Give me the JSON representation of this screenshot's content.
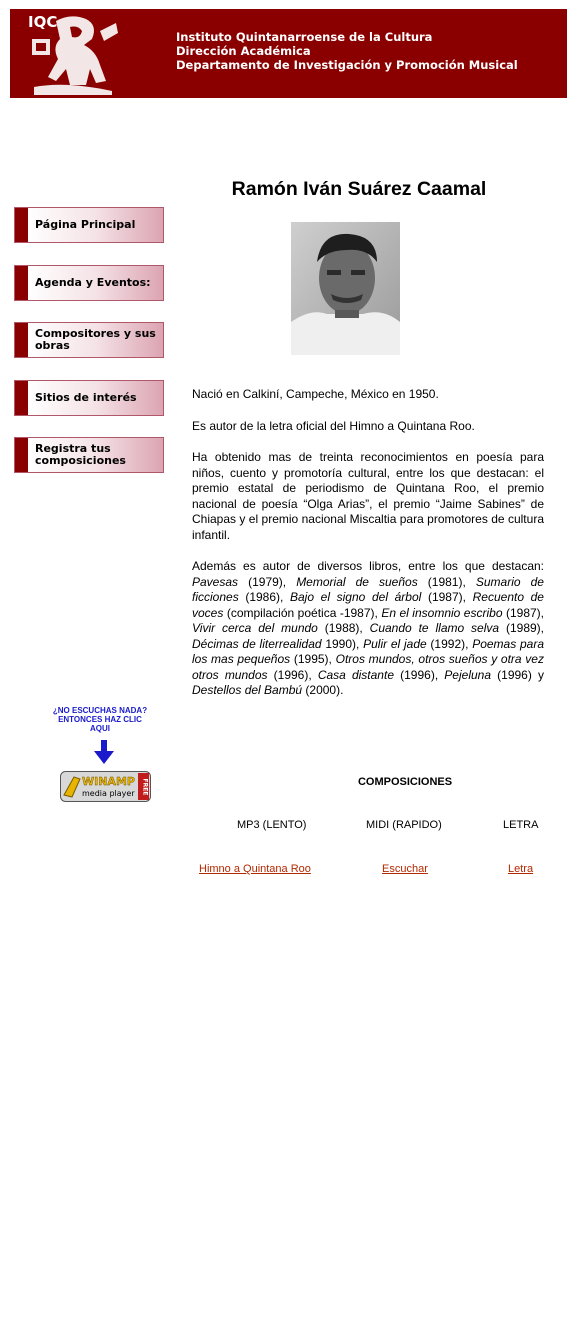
{
  "header": {
    "org_lines": [
      "Instituto Quintanarroense de la Cultura",
      "Dirección Académica",
      "Departamento de Investigación y Promoción Musical"
    ],
    "logo_text": "IQC"
  },
  "nav": [
    {
      "label": "Página Principal"
    },
    {
      "label": "Agenda y Eventos:"
    },
    {
      "label": "Compositores y sus obras"
    },
    {
      "label": "Sitios de interés"
    },
    {
      "label": "Registra tus composiciones"
    }
  ],
  "page_title": "Ramón Iván Suárez Caamal",
  "bio": {
    "p1": "Nació en Calkiní, Campeche, México en 1950.",
    "p2": "Es autor de la letra oficial del Himno a Quintana Roo.",
    "p3": "Ha obtenido mas de treinta reconocimientos en poesía para niños, cuento y promotoría cultural, entre los que destacan: el premio estatal de periodismo de Quintana Roo, el premio nacional de poesía “Olga Arias”, el premio “Jaime Sabines” de Chiapas y el premio nacional Miscaltia para promotores de cultura infantil.",
    "p4_intro": "Además es autor de diversos libros, entre los que destacan: ",
    "books": [
      {
        "title": "Pavesas",
        "note": " (1979), "
      },
      {
        "title": "Memorial de sueños",
        "note": " (1981), "
      },
      {
        "title": "Sumario de ficciones",
        "note": " (1986), "
      },
      {
        "title": "Bajo el signo del árbol",
        "note": " (1987), "
      },
      {
        "title": "Recuento de voces",
        "note": " (compilación poética -1987), "
      },
      {
        "title": "En el insomnio escribo",
        "note": " (1987), "
      },
      {
        "title": "Vivir cerca del mundo",
        "note": " (1988), "
      },
      {
        "title": "Cuando te llamo selva",
        "note": " (1989), "
      },
      {
        "title": "Décimas de literrealidad",
        "note": " 1990), "
      },
      {
        "title": "Pulir el jade",
        "note": " (1992), "
      },
      {
        "title": "Poemas para los mas pequeños",
        "note": " (1995),  "
      },
      {
        "title": "Otros mundos, otros sueños y otra vez otros mundos",
        "note": " (1996), "
      },
      {
        "title": "Casa distante",
        "note": " (1996), "
      },
      {
        "title": "Pejeluna",
        "note": " (1996) y "
      },
      {
        "title": "Destellos del Bambú",
        "note": " (2000)."
      }
    ]
  },
  "player_hint": "¿NO ESCUCHAS NADA? ENTONCES HAZ CLIC AQUI",
  "winamp": {
    "brand": "WINAMP",
    "sub": "media player",
    "badge": "FREE"
  },
  "compositions": {
    "title": "COMPOSICIONES",
    "headers": [
      "MP3 (LENTO)",
      "MIDI (RAPIDO)",
      "LETRA"
    ],
    "rows": [
      {
        "name": "Himno a Quintana Roo",
        "midi": "Escuchar",
        "letra": "Letra"
      }
    ]
  },
  "colors": {
    "brand": "#8a0000",
    "link": "#b42800",
    "hint": "#1a1acc"
  }
}
